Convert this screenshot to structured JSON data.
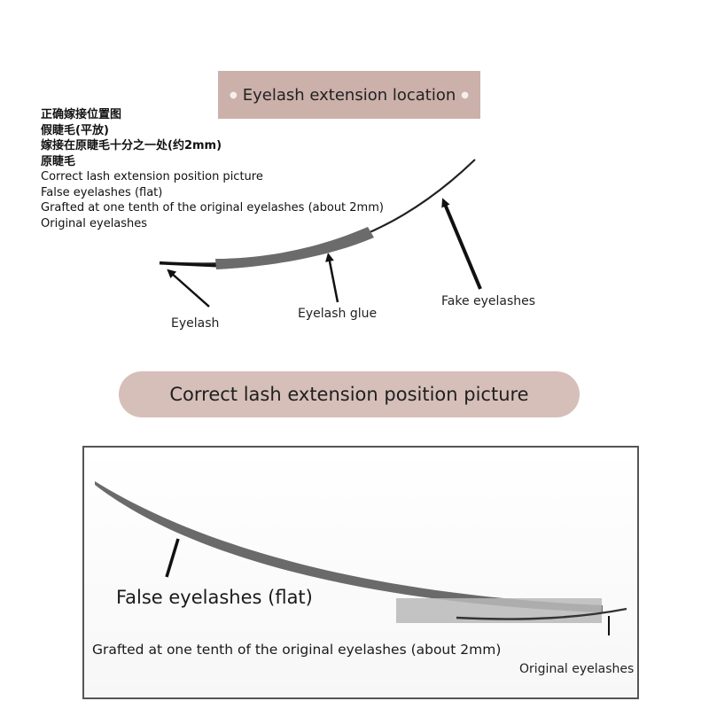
{
  "top_banner": {
    "title": "Eyelash extension location"
  },
  "notes": [
    "正确嫁接位置图",
    "假睫毛(平放)",
    "嫁接在原睫毛十分之一处(约2mm)",
    "原睫毛",
    "Correct lash extension position picture",
    "False eyelashes (flat)",
    "Grafted at one tenth of the original eyelashes (about 2mm)",
    "Original eyelashes"
  ],
  "diagram_labels": {
    "eyelash": "Eyelash",
    "glue": "Eyelash glue",
    "fake": "Fake eyelashes"
  },
  "mid_banner": {
    "title": "Correct lash extension position picture"
  },
  "photo_labels": {
    "false_flat": "False eyelashes (flat)",
    "grafted": "Grafted at one tenth of the original eyelashes (about 2mm)",
    "original": "Original eyelashes"
  },
  "colors": {
    "banner_top": "#ccb0aa",
    "banner_mid": "#d6bfb9",
    "glue": "#6b6b6b"
  }
}
